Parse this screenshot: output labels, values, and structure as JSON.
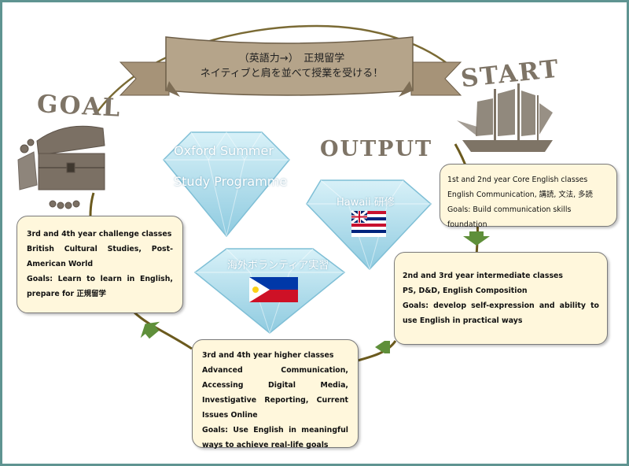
{
  "banner": {
    "line1": "（英語力→）　正規留学",
    "line2": "ネイティブと肩を並べて授業を受ける！"
  },
  "labels": {
    "start": "START",
    "goal": "GOAL",
    "output": "OUTPUT"
  },
  "gems": {
    "oxford_line1": "Oxford Summer",
    "oxford_line2": "Study Programme",
    "hawaii": "Hawaii 研修",
    "volunteer": "海外ボランティア実習"
  },
  "cards": [
    {
      "line1": "1st and 2nd year Core English classes",
      "line2": "English Communication, 講読, 文法, 多読",
      "line3": "Goals: Build communication skills foundation"
    },
    {
      "line1": "2nd and 3rd year intermediate classes",
      "line2": "PS, D&D, English Composition",
      "line3": "Goals: develop self-expression and ability to use English in practical ways"
    },
    {
      "line1": "3rd and 4th year higher classes",
      "line2": "Advanced Communication, Accessing Digital Media, Investigative Reporting, Current Issues Online",
      "line3": "Goals: Use English in meaningful ways to achieve real-life goals"
    },
    {
      "line1": "3rd and 4th year challenge classes",
      "line2": "British Cultural Studies, Post-American World",
      "line3": "Goals: Learn to learn in English, prepare for 正規留学"
    }
  ],
  "colors": {
    "frame": "#5f9491",
    "path": "#6b5a1e",
    "arrow": "#5f8f3a",
    "card_bg": "#fff7dc",
    "ribbon": "#b5a48a",
    "diamond": "#a9dceb"
  },
  "icons": {
    "ship": "sailing-ship-icon",
    "treasure": "treasure-chest-icon",
    "flag_hawaii": "hawaii-flag-icon",
    "flag_philippines": "philippines-flag-icon"
  }
}
